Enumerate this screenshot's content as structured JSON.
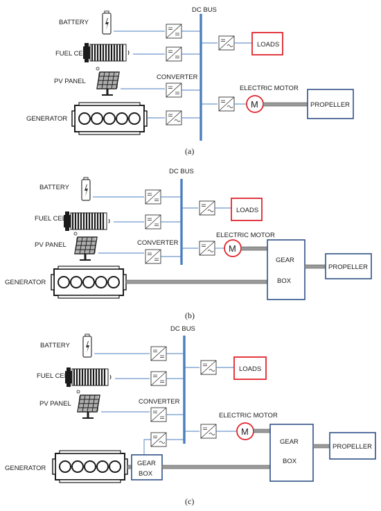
{
  "labels": {
    "dc_bus": "DC BUS",
    "battery": "BATTERY",
    "fuel_cell": "FUEL CELL",
    "pv_panel": "PV PANEL",
    "generator": "GENERATOR",
    "converter": "CONVERTER",
    "loads": "LOADS",
    "electric_motor": "ELECTRIC MOTOR",
    "motor_symbol": "M",
    "propeller": "PROPELLER",
    "gear": "GEAR",
    "box": "BOX"
  },
  "captions": {
    "a": "(a)",
    "b": "(b)",
    "c": "(c)"
  },
  "colors": {
    "bus_wire": "#4a7ebf",
    "load_border": "#e0232b",
    "motor_border": "#e0232b",
    "box_border": "#2e4f86"
  },
  "icons": [
    "battery-icon",
    "fuel-cell-icon",
    "solar-panel-icon",
    "generator-engine-icon",
    "dc-dc-converter-icon",
    "ac-dc-converter-icon",
    "motor-icon"
  ]
}
